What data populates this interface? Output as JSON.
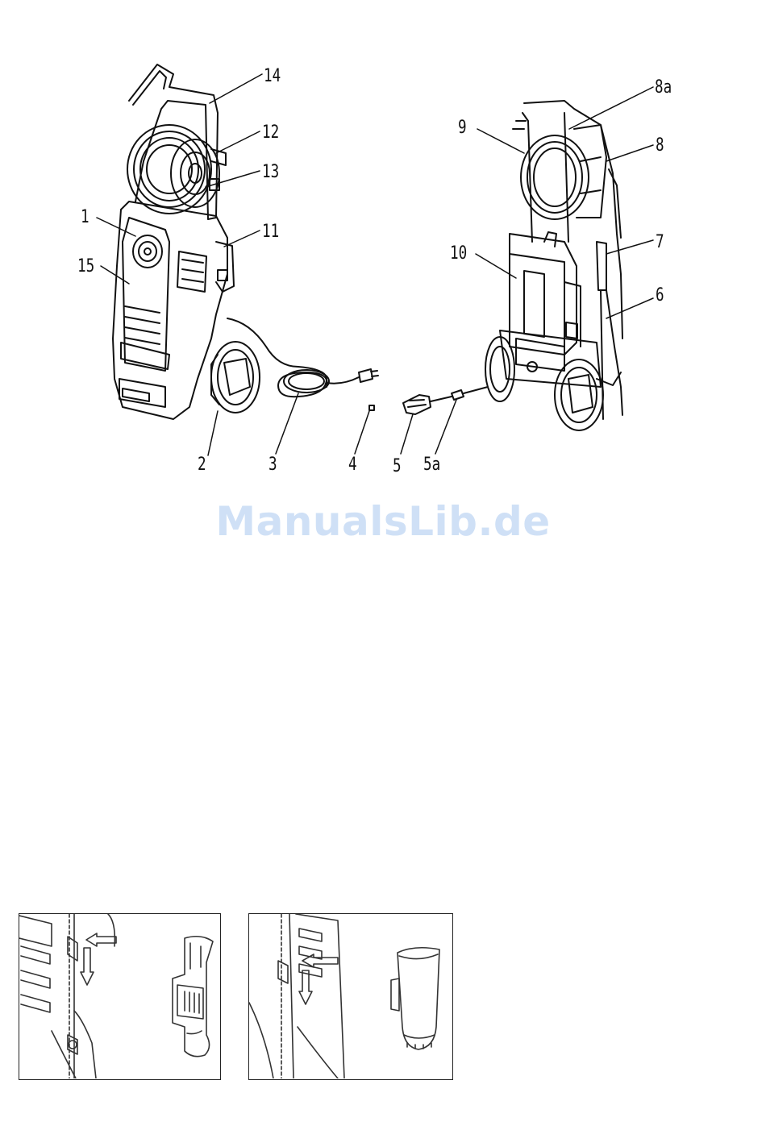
{
  "overview": {
    "callouts_left": [
      "14",
      "12",
      "13",
      "1",
      "11",
      "15",
      "2",
      "3",
      "4",
      "5",
      "5a"
    ],
    "callouts_right": [
      "8a",
      "9",
      "8",
      "7",
      "10",
      "6"
    ]
  },
  "labels": {
    "l14": "14",
    "l12": "12",
    "l13": "13",
    "l1": "1",
    "l11": "11",
    "l15": "15",
    "l2": "2",
    "l3": "3",
    "l4": "4",
    "l5": "5",
    "l5a": "5a",
    "l8a": "8a",
    "l9": "9",
    "l8": "8",
    "l7": "7",
    "l10": "10",
    "l6": "6"
  },
  "watermark": "ManualsLib.de"
}
